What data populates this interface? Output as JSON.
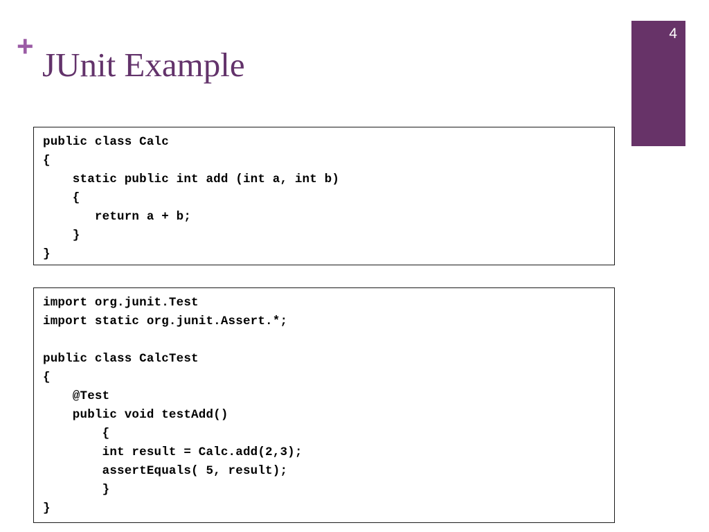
{
  "slide": {
    "number": "4",
    "badge_color": "#673368",
    "title_accent": "+",
    "title_accent_color": "#9B5CA5",
    "title": "JUnit Example",
    "title_color": "#63336B",
    "background_color": "#ffffff"
  },
  "code_blocks": [
    {
      "id": "calc-class",
      "language": "java",
      "lines": [
        "public class Calc",
        "{",
        "    static public int add (int a, int b)",
        "    {",
        "       return a + b;",
        "    }",
        "}"
      ]
    },
    {
      "id": "calc-test-class",
      "language": "java",
      "lines": [
        "import org.junit.Test",
        "import static org.junit.Assert.*;",
        "",
        "public class CalcTest",
        "{",
        "    @Test",
        "    public void testAdd()",
        "        {",
        "        int result = Calc.add(2,3);",
        "        assertEquals( 5, result);",
        "        }",
        "}"
      ]
    }
  ]
}
